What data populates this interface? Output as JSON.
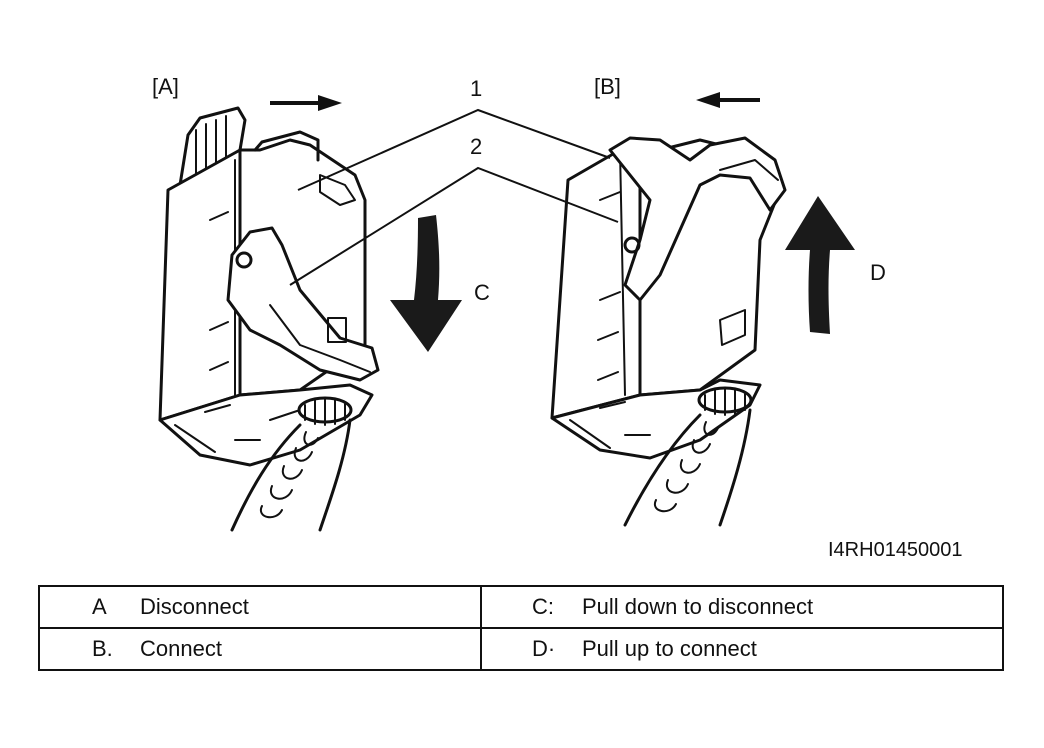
{
  "diagram": {
    "label_a": "[A]",
    "label_b": "[B]",
    "callout_1": "1",
    "callout_2": "2",
    "label_c": "C",
    "label_d": "D",
    "image_code": "I4RH01450001",
    "colors": {
      "line": "#111111",
      "arrow": "#1a1a1a",
      "background": "#ffffff"
    }
  },
  "legend": {
    "rows": [
      {
        "left_key": "A",
        "left_text": "Disconnect",
        "right_key": "C:",
        "right_text": "Pull down to disconnect"
      },
      {
        "left_key": "B.",
        "left_text": "Connect",
        "right_key": "D·",
        "right_text": "Pull up to connect"
      }
    ]
  }
}
